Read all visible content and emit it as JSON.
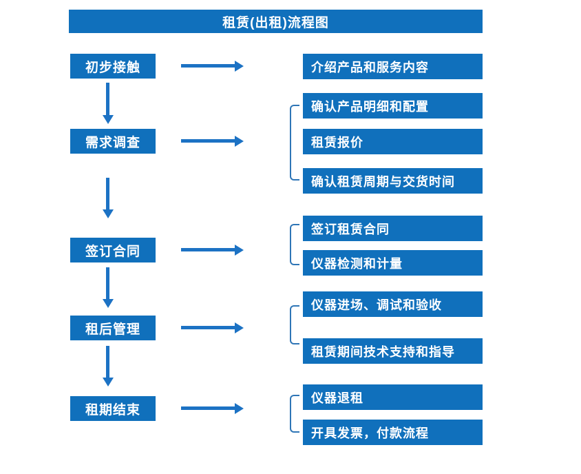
{
  "title": "租赁(出租)流程图",
  "colors": {
    "box_blue": "#1070BC",
    "arrow_blue": "#1C72C4",
    "bracket_blue": "#2E75B6",
    "text": "#FFFFFF",
    "background": "#FFFFFF"
  },
  "flow": {
    "steps": [
      {
        "label": "初步接触"
      },
      {
        "label": "需求调查"
      },
      {
        "label": "签订合同"
      },
      {
        "label": "租后管理"
      },
      {
        "label": "租期结束"
      }
    ],
    "details": [
      {
        "label": "介绍产品和服务内容"
      },
      {
        "label": "确认产品明细和配置"
      },
      {
        "label": "租赁报价"
      },
      {
        "label": "确认租赁周期与交货时间"
      },
      {
        "label": "签订租赁合同"
      },
      {
        "label": "仪器检测和计量"
      },
      {
        "label": "仪器进场、调试和验收"
      },
      {
        "label": "租赁期间技术支持和指导"
      },
      {
        "label": "仪器退租"
      },
      {
        "label": "开具发票，付款流程"
      }
    ]
  }
}
